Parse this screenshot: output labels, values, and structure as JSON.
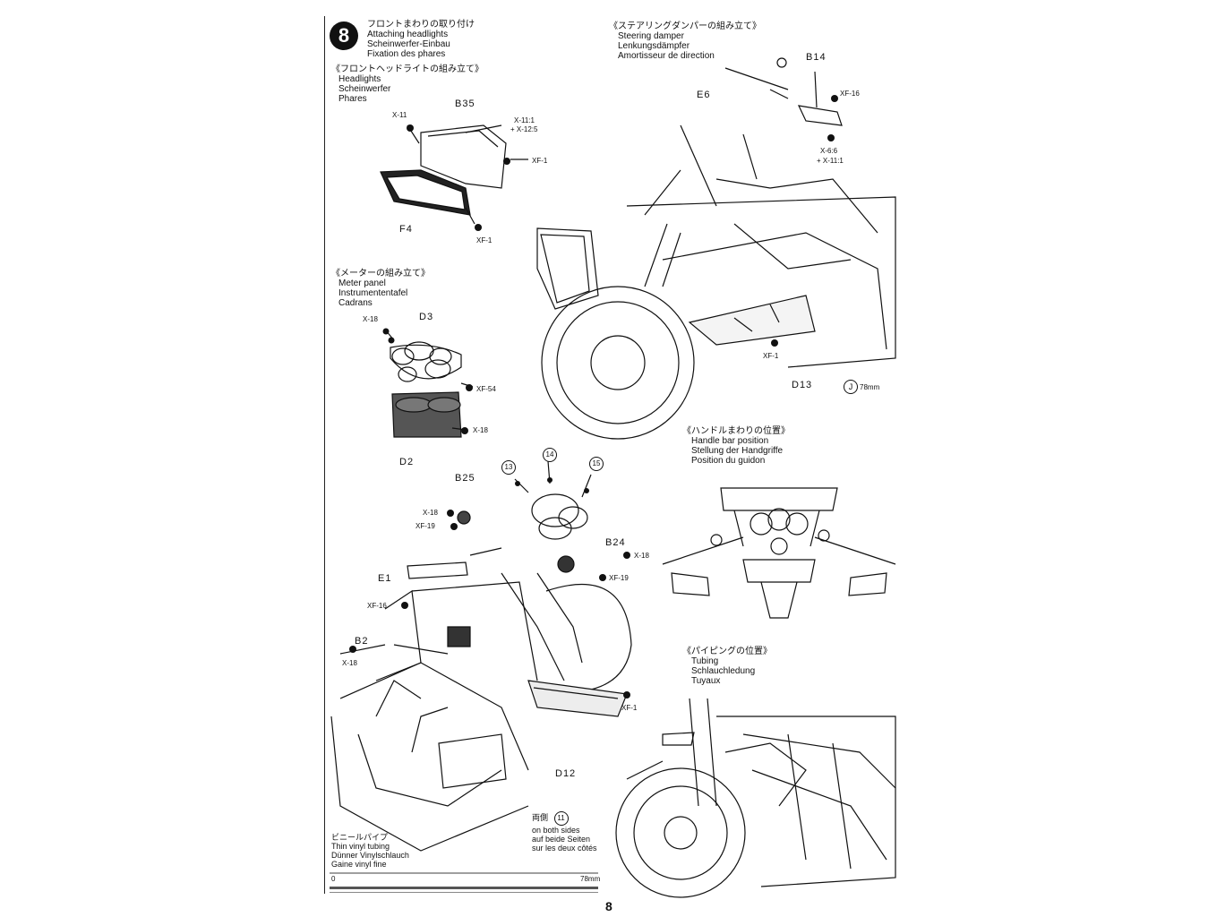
{
  "step": {
    "number": "8",
    "title_jp": "フロントまわりの取り付け",
    "title_en": "Attaching headlights",
    "title_de": "Scheinwerfer-Einbau",
    "title_fr": "Fixation des phares"
  },
  "headlights": {
    "title_jp": "《フロントヘッドライトの組み立て》",
    "en": "Headlights",
    "de": "Scheinwerfer",
    "fr": "Phares",
    "parts": {
      "b35": "B35",
      "f4": "F4",
      "x11": "X-11",
      "x11x12": "X-11:1",
      "x12": "+ X-12:5",
      "xf1a": "XF-1",
      "xf1b": "XF-1"
    }
  },
  "meter": {
    "title_jp": "《メーターの組み立て》",
    "en": "Meter panel",
    "de": "Instrumententafel",
    "fr": "Cadrans",
    "parts": {
      "d3": "D3",
      "d2": "D2",
      "x18a": "X-18",
      "x18b": "X-18",
      "xf54": "XF-54"
    }
  },
  "steering": {
    "title_jp": "《ステアリングダンパーの組み立て》",
    "en": "Steering damper",
    "de": "Lenkungsdämpfer",
    "fr": "Amortisseur de direction",
    "parts": {
      "b14": "B14",
      "e6": "E6",
      "xf16": "XF-16",
      "x6": "X-6:6",
      "x11": "+ X-11:1",
      "xf1": "XF-1",
      "d13": "D13",
      "j": "J",
      "j_len": "78mm"
    }
  },
  "handle": {
    "title_jp": "《ハンドルまわりの位置》",
    "en": "Handle bar position",
    "de": "Stellung der Handgriffe",
    "fr": "Position du guidon"
  },
  "tubing": {
    "title_jp": "《パイピングの位置》",
    "en": "Tubing",
    "de": "Schlauchledung",
    "fr": "Tuyaux",
    "both_jp": "両側",
    "ref": "11",
    "both_en": "on both sides",
    "both_de": "auf beide Seiten",
    "both_fr": "sur les deux côtés"
  },
  "main": {
    "parts": {
      "b25": "B25",
      "b24": "B24",
      "e1": "E1",
      "b2": "B2",
      "d12": "D12",
      "x18a": "X-18",
      "xf19a": "XF-19",
      "x18b": "X-18",
      "xf19b": "XF-19",
      "xf16": "XF-16",
      "x18c": "X-18",
      "xf1": "XF-1",
      "n13": "13",
      "n14": "14",
      "n15": "15"
    }
  },
  "vinyl": {
    "jp": "ビニールパイプ",
    "en": "Thin vinyl tubing",
    "de": "Dünner Vinylschlauch",
    "fr": "Gaine vinyl fine",
    "zero": "0",
    "length": "78mm"
  },
  "page_number": "8"
}
